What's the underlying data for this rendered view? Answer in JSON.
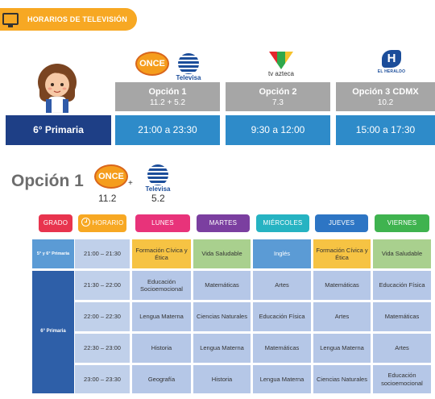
{
  "header": {
    "title": "HORARIOS DE TELEVISIÓN"
  },
  "logos": {
    "once": "ONCE",
    "televisa": "Televisa",
    "azteca": "tv azteca",
    "heraldo": "EL HERALDO"
  },
  "options": [
    {
      "title": "Opción 1",
      "channels": "11.2  +  5.2",
      "time": "21:00 a 23:30"
    },
    {
      "title": "Opción 2",
      "channels": "7.3",
      "time": "9:30 a 12:00"
    },
    {
      "title": "Opción 3 CDMX",
      "channels": "10.2",
      "time": "15:00 a 17:30"
    }
  ],
  "grade_label": "6° Primaria",
  "section": {
    "title": "Opción 1",
    "plus": "+",
    "ch_once": "11.2",
    "ch_televisa": "5.2"
  },
  "day_headers": {
    "grado": "GRADO",
    "horario": "HORARIO",
    "lunes": "LUNES",
    "martes": "MARTES",
    "miercoles": "MIÉRCOLES",
    "jueves": "JUEVES",
    "viernes": "VIERNES"
  },
  "grades": {
    "top": "5° y 6° Primaria",
    "main": "6° Primaria"
  },
  "schedule": [
    {
      "time": "21:00 – 21:30",
      "lunes": "Formación Cívica y Ética",
      "martes": "Vida Saludable",
      "miercoles": "Inglés",
      "jueves": "Formación Cívica y Ética",
      "viernes": "Vida Saludable"
    },
    {
      "time": "21:30 – 22:00",
      "lunes": "Educación Socioemocional",
      "martes": "Matemáticas",
      "miercoles": "Artes",
      "jueves": "Matemáticas",
      "viernes": "Educación Física"
    },
    {
      "time": "22:00 – 22:30",
      "lunes": "Lengua Materna",
      "martes": "Ciencias Naturales",
      "miercoles": "Educación Física",
      "jueves": "Artes",
      "viernes": "Matemáticas"
    },
    {
      "time": "22:30 – 23:00",
      "lunes": "Historia",
      "martes": "Lengua Materna",
      "miercoles": "Matemáticas",
      "jueves": "Lengua Materna",
      "viernes": "Artes"
    },
    {
      "time": "23:00 – 23:30",
      "lunes": "Geografía",
      "martes": "Historia",
      "miercoles": "Lengua Materna",
      "jueves": "Ciencias Naturales",
      "viernes": "Educación socioemocional"
    }
  ],
  "colors": {
    "accent_orange": "#f7a823",
    "grado_red": "#e8344e",
    "lunes_pink": "#e8337a",
    "martes_purple": "#7b3fa0",
    "miercoles_teal": "#26b3c2",
    "jueves_blue": "#2d75c4",
    "viernes_green": "#3fb34f"
  }
}
